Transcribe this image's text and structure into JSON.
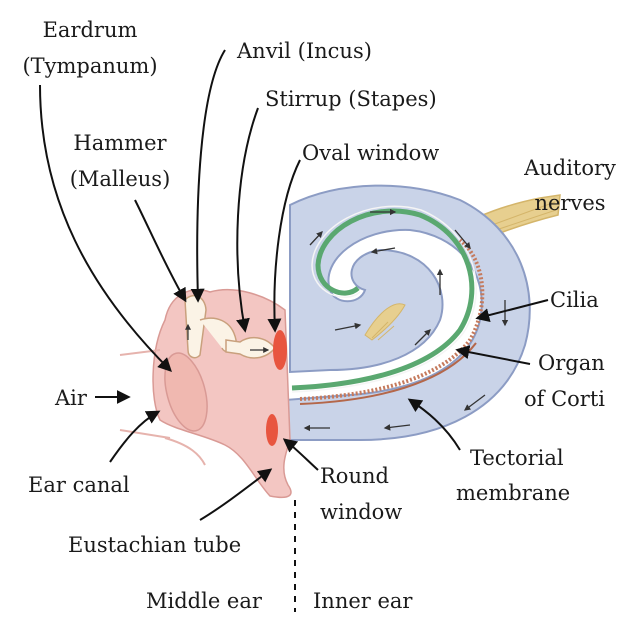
{
  "labels": {
    "eardrum_line1": "Eardrum",
    "eardrum_line2": "(Tympanum)",
    "anvil": "Anvil (Incus)",
    "stirrup": "Stirrup (Stapes)",
    "hammer_line1": "Hammer",
    "hammer_line2": "(Malleus)",
    "oval_window": "Oval window",
    "auditory_line1": "Auditory",
    "auditory_line2": "nerves",
    "cilia": "Cilia",
    "organ_line1": "Organ",
    "organ_line2": "of Corti",
    "air": "Air",
    "ear_canal": "Ear canal",
    "tectorial_line1": "Tectorial",
    "tectorial_line2": "membrane",
    "round_line1": "Round",
    "round_line2": "window",
    "eustachian": "Eustachian tube",
    "middle_ear": "Middle ear",
    "inner_ear": "Inner ear"
  },
  "colors": {
    "cochlea_fill": "#c9d3e8",
    "cochlea_edge": "#8c9cc4",
    "duct_green": "#5aa870",
    "middle_ear_fill": "#f3c6c2",
    "middle_ear_edge": "#d99a95",
    "window_red": "#e8553f",
    "nerve_tan": "#e7cf8f",
    "bone_cream": "#fbf3e6",
    "text": "#1a1a1a"
  }
}
